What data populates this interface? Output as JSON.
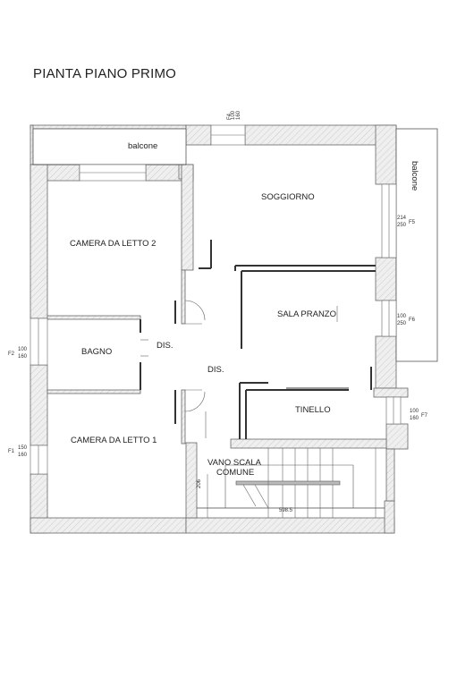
{
  "title": "PIANTA PIANO PRIMO",
  "rooms": {
    "balcone_top": "balcone",
    "balcone_right": "balcone",
    "soggiorno": "SOGGIORNO",
    "camera2": "CAMERA DA LETTO 2",
    "sala_pranzo": "SALA PRANZO",
    "bagno": "BAGNO",
    "dis1": "DIS.",
    "dis2": "DIS.",
    "tinello": "TINELLO",
    "camera1": "CAMERA DA LETTO 1",
    "vano_scala_1": "VANO SCALA",
    "vano_scala_2": "COMUNE"
  },
  "windows": {
    "f4": {
      "id": "F4",
      "w": "100",
      "h": "160"
    },
    "f5": {
      "id": "F5",
      "w": "214",
      "h": "250"
    },
    "f6": {
      "id": "F6",
      "w": "100",
      "h": "250"
    },
    "f7": {
      "id": "F7",
      "w": "100",
      "h": "160"
    },
    "f2": {
      "id": "F2",
      "w": "100",
      "h": "160"
    },
    "f1": {
      "id": "F1",
      "w": "150",
      "h": "160"
    }
  },
  "dimensions": {
    "stair_width": "206",
    "stair_length": "598.5"
  }
}
